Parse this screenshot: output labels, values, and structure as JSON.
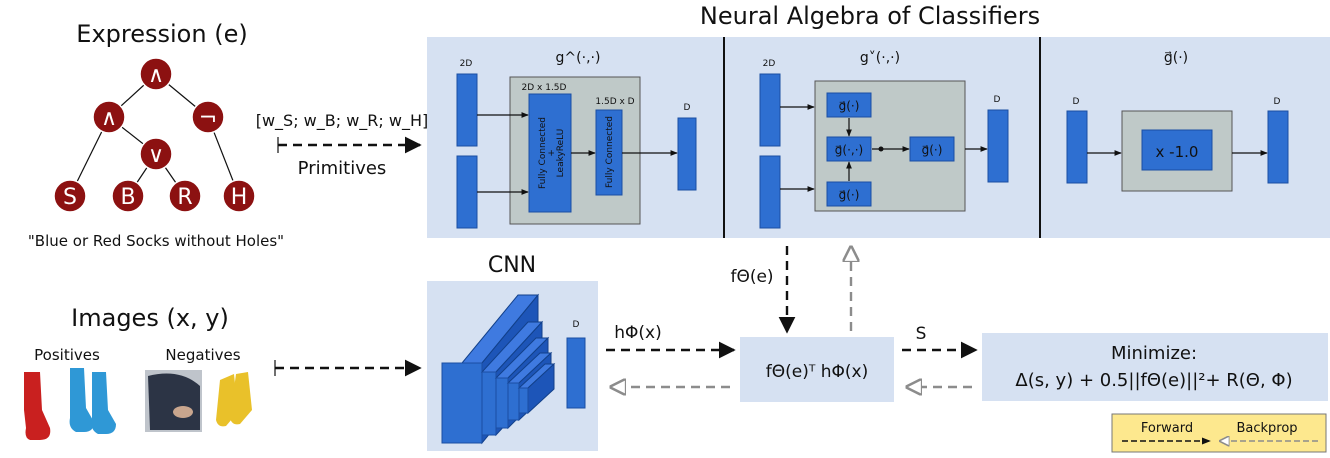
{
  "diagram": {
    "title": "Neural Algebra of Classifiers",
    "expression": {
      "title": "Expression (e)",
      "caption": "\"Blue or Red Socks without Holes\"",
      "nodes": [
        "∧",
        "∧",
        "¬",
        "∨",
        "S",
        "B",
        "R",
        "H"
      ]
    },
    "primitives": {
      "vector": "[w_S; w_B; w_R; w_H]",
      "label": "Primitives"
    },
    "images": {
      "title": "Images (x, y)",
      "positives": "Positives",
      "negatives": "Negatives"
    },
    "panel_and": {
      "op": "g^(·,·)",
      "in_dim": "2D",
      "fc1_dim": "2D x 1.5D",
      "fc1_label": "Fully Connected",
      "fc1_plus": "+",
      "fc1_act": "LeakyReLU",
      "fc2_dim": "1.5D x D",
      "fc2_label": "Fully Connected",
      "out_dim": "D"
    },
    "panel_or": {
      "op": "g˅(·,·)",
      "in_dim": "2D",
      "top": "g⃗(·)",
      "mid": "g⃗(·,·)",
      "bot": "g⃗(·)",
      "right": "g⃗(·)",
      "out_dim": "D"
    },
    "panel_not": {
      "op": "g⃗(·)",
      "in_dim": "D",
      "inner": "x -1.0",
      "out_dim": "D"
    },
    "cnn": {
      "title": "CNN",
      "out_dim": "D"
    },
    "f_theta": "fΘ(e)",
    "h_phi": "hΦ(x)",
    "score": "fΘ(e)ᵀ hΦ(x)",
    "s_label": "S",
    "minimize": {
      "title": "Minimize:",
      "formula": "Δ(s, y)  + 0.5||fΘ(e)||²+ R(Θ, Φ)"
    },
    "legend": {
      "forward": "Forward",
      "backprop": "Backprop"
    }
  }
}
